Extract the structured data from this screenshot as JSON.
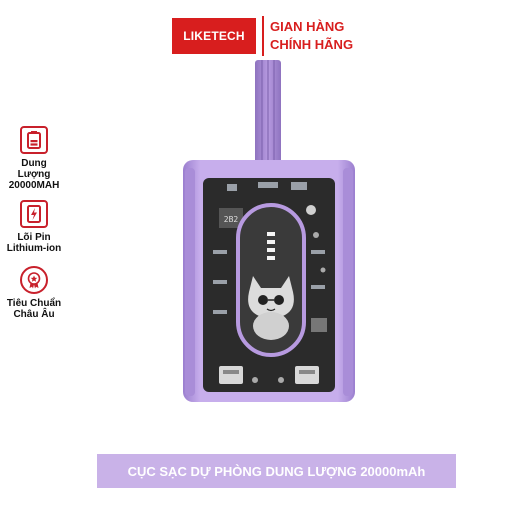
{
  "brand": {
    "logo": "LIKETECH",
    "line1": "GIAN HÀNG",
    "line2": "CHÍNH HÃNG",
    "color": "#d81e1e"
  },
  "features": [
    {
      "icon": "battery-icon",
      "line1": "Dung Lượng",
      "line2": "20000MAH"
    },
    {
      "icon": "lightning-icon",
      "line1": "Lõi Pin",
      "line2": "Lithium-ion"
    },
    {
      "icon": "award-badge-icon",
      "line1": "Tiêu Chuẩn",
      "line2": "Châu Âu"
    }
  ],
  "product": {
    "chip_label": "2B2",
    "body_color": "#b89ae0",
    "board_color": "#2b2b2b"
  },
  "banner": {
    "text": "CỤC SẠC DỰ PHÒNG DUNG LƯỢNG 20000mAh",
    "color": "#c9b2e8"
  }
}
